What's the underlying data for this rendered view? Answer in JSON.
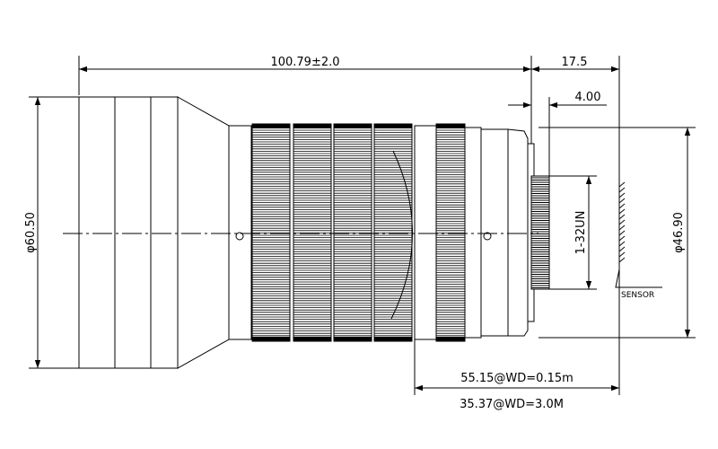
{
  "dimensions": {
    "overall_length": "100.79±2.0",
    "flange_distance": "17.5",
    "thread_depth": "4.00",
    "front_diameter": "φ60.50",
    "rear_diameter": "φ46.90",
    "thread_spec": "1-32UN",
    "wd_near": "55.15@WD=0.15m",
    "wd_far": "35.37@WD=3.0M"
  },
  "labels": {
    "sensor": "SENSOR"
  },
  "colors": {
    "line": "#000000",
    "background": "#ffffff"
  }
}
